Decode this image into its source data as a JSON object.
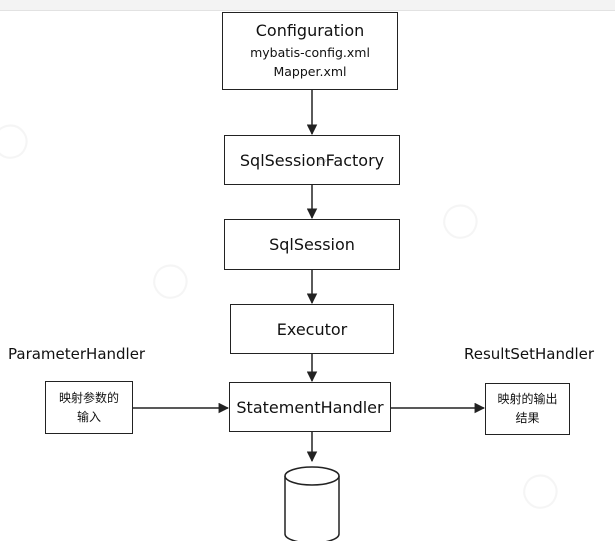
{
  "nodes": {
    "configuration": {
      "title": "Configuration",
      "lines": [
        "mybatis-config.xml",
        "Mapper.xml"
      ]
    },
    "factory": {
      "title": "SqlSessionFactory"
    },
    "session": {
      "title": "SqlSession"
    },
    "executor": {
      "title": "Executor"
    },
    "statement": {
      "title": "StatementHandler"
    },
    "param_box": {
      "text": "映射参数的\n输入"
    },
    "result_box": {
      "text": "映射的输出\n结果"
    }
  },
  "labels": {
    "parameter_handler": "ParameterHandler",
    "result_set_handler": "ResultSetHandler"
  },
  "colors": {
    "stroke": "#222222",
    "background": "#ffffff"
  }
}
